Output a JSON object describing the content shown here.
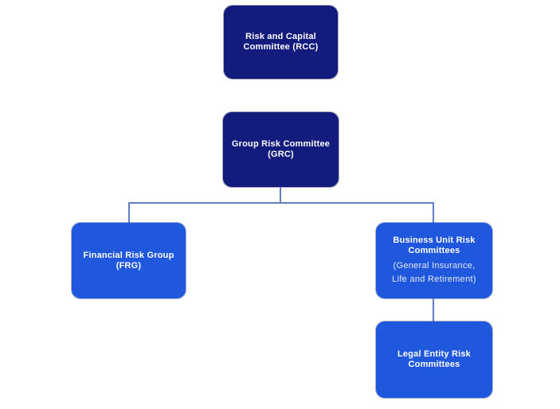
{
  "colors": {
    "dark_node": "#131b7c",
    "blue_node": "#1f57dd",
    "connector": "#6180c3",
    "text": "#ffffff",
    "background": "#ffffff"
  },
  "diagram_type": "org-chart",
  "nodes": {
    "rcc": {
      "label": "Risk and Capital Committee (RCC)",
      "title_lines": [
        "Risk and Capital",
        "Committee (RCC)"
      ]
    },
    "grc": {
      "label": "Group Risk Committee (GRC)",
      "title_lines": [
        "Group Risk Committee",
        "(GRC)"
      ]
    },
    "frg": {
      "label": "Financial Risk Group (FRG)",
      "title_lines": [
        "Financial Risk Group",
        "(FRG)"
      ]
    },
    "burc": {
      "label": "Business Unit Risk Committees (General Insurance, Life and Retirement)",
      "title_lines": [
        "Business Unit Risk",
        "Committees"
      ],
      "subtitle_lines": [
        "(General Insurance,",
        "Life and Retirement)"
      ]
    },
    "lerc": {
      "label": "Legal Entity Risk Committees",
      "title_lines": [
        "Legal Entity Risk",
        "Committees"
      ]
    }
  }
}
